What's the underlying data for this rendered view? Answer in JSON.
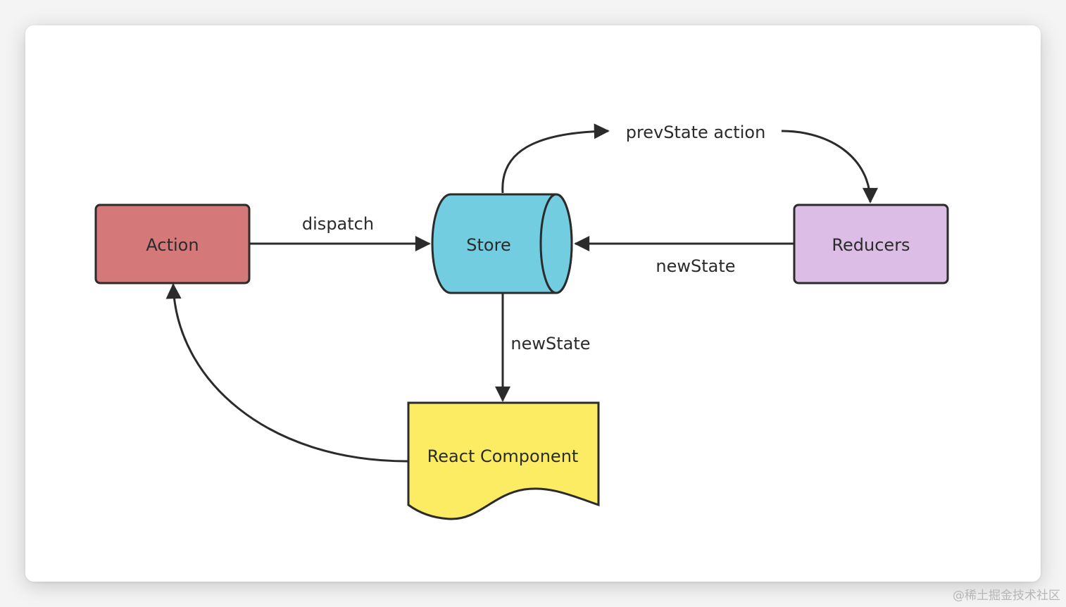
{
  "nodes": {
    "action": {
      "label": "Action",
      "color": "#d4787a"
    },
    "store": {
      "label": "Store",
      "color": "#73cde0"
    },
    "reducers": {
      "label": "Reducers",
      "color": "#dcbde5"
    },
    "react_component": {
      "label": "React Component",
      "color": "#fbec63"
    }
  },
  "edges": {
    "dispatch": "dispatch",
    "prev_state_action": "prevState action",
    "new_state_from_reducers": "newState",
    "new_state_to_component": "newState"
  },
  "colors": {
    "stroke": "#2b2b2b",
    "card": "#ffffff",
    "background": "#f4f4f4"
  },
  "watermark": "@稀土掘金技术社区"
}
